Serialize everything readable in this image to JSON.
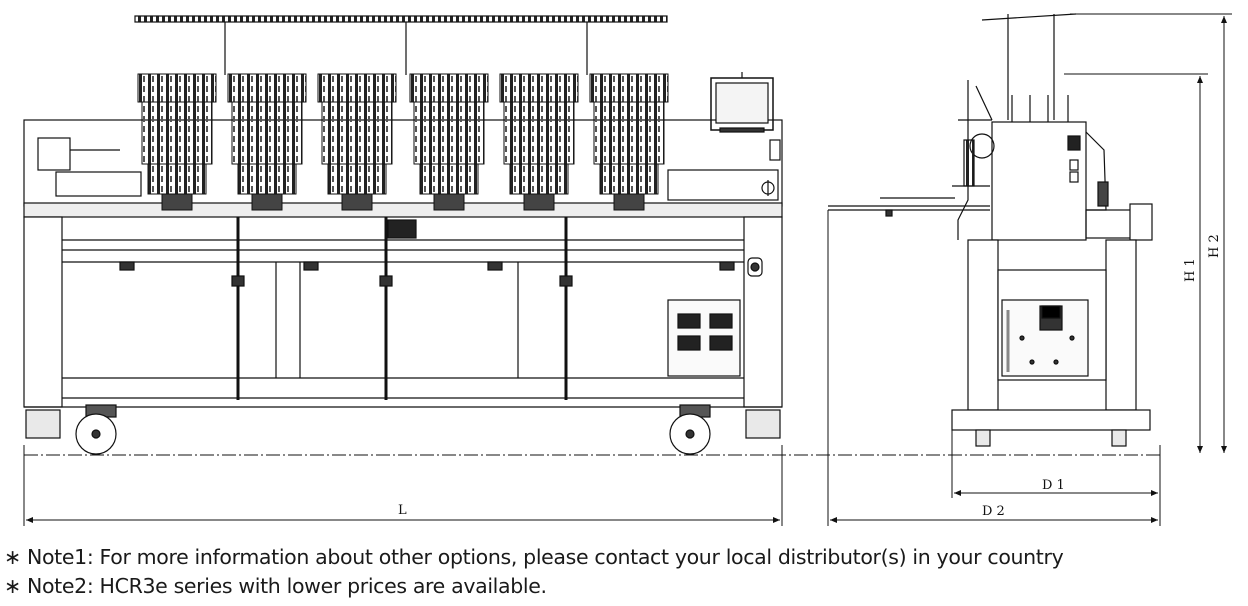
{
  "dimensions": {
    "length": "L",
    "depth_1": "D 1",
    "depth_2": "D 2",
    "height_1": "H 1",
    "height_2": "H 2"
  },
  "notes": [
    "∗ Note1: For more information about other options, please contact  your local distributor(s) in your country",
    "∗ Note2: HCR3e series with lower prices are available."
  ]
}
